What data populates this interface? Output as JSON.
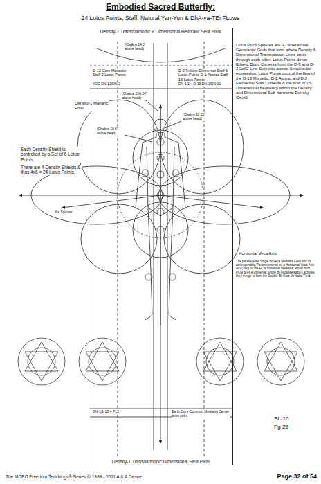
{
  "diagram": {
    "title": "Embodied Sacred Butterfly:",
    "nodes": [
      {
        "text": [
          "Density-1 Transharmonic + Dimensional Heliotalic Seur Pillar",
          "Density-1 Transharmonic Dimensional Seur Pillar"
        ]
      }
    ],
    "labels": [
      "24 Lotus Points, Staff, Natural Yan-Yun & DhA-ya-TEi FLows",
      "(Chakra 14 5' above head)",
      "D-13 Core Monadic Staff 2 Lotus Points",
      "YOD DN-12/DN-2",
      "D-2 Telluric-Elemental Staff 6 Lotus Points D-1 Atomic Staff 16 Lotus Points",
      "DN-1/1 + D-13 DN-1/DN-21",
      "(Chakra 12A 24\" above head)",
      "Density-1 Maharic Pillar",
      "(Chakra 10 6\" above head)",
      "(Chakra 11 15\" above head)",
      "Lotus Point Spheres are 3-Dimensional Geomantic Grids that form where Density & Dimensional Transmission Lines cross through each other. Lotus Points direct Etheric Body Currents from the D-3 and D-2 LotE' Line Sets into atomic & molecular expression. Lotus Points control the flow of the D-13 Monadic, D-1 Atomic and D-2 Elemental Staff Currents & the flow of 15-Dimensional frequency within the Density and Dimensional Sub-harmonic Density Shield.",
      "Each Density Shield is controlled by a Set of 6 Lotus Points.",
      "There are 4 Density Shields & thus 4x6 = 24 Lotus Points",
      "Ka Spinner",
      "Horizontal Veca Axis",
      "The parallel PKA Single Bi-Veca Merkaba Field and its corresponding Parameters run on a Horizontal Veca Axis at 90 deg. to the PCM Universal Merkaba. When Both PCM & PKA Universal Single Bi-Veca Merkaba's activate, they merge to form the Double Bi-Veca Merkaba Field.",
      "DN-1/1-13 + P13",
      "Earth Core Common Merkaba Center ansa point",
      "SL-10",
      "Pg 25",
      "The MCEO Freedom Teachings® Series © 1999 - 2011 A & A Deane",
      "Page 32 of 54"
    ]
  }
}
